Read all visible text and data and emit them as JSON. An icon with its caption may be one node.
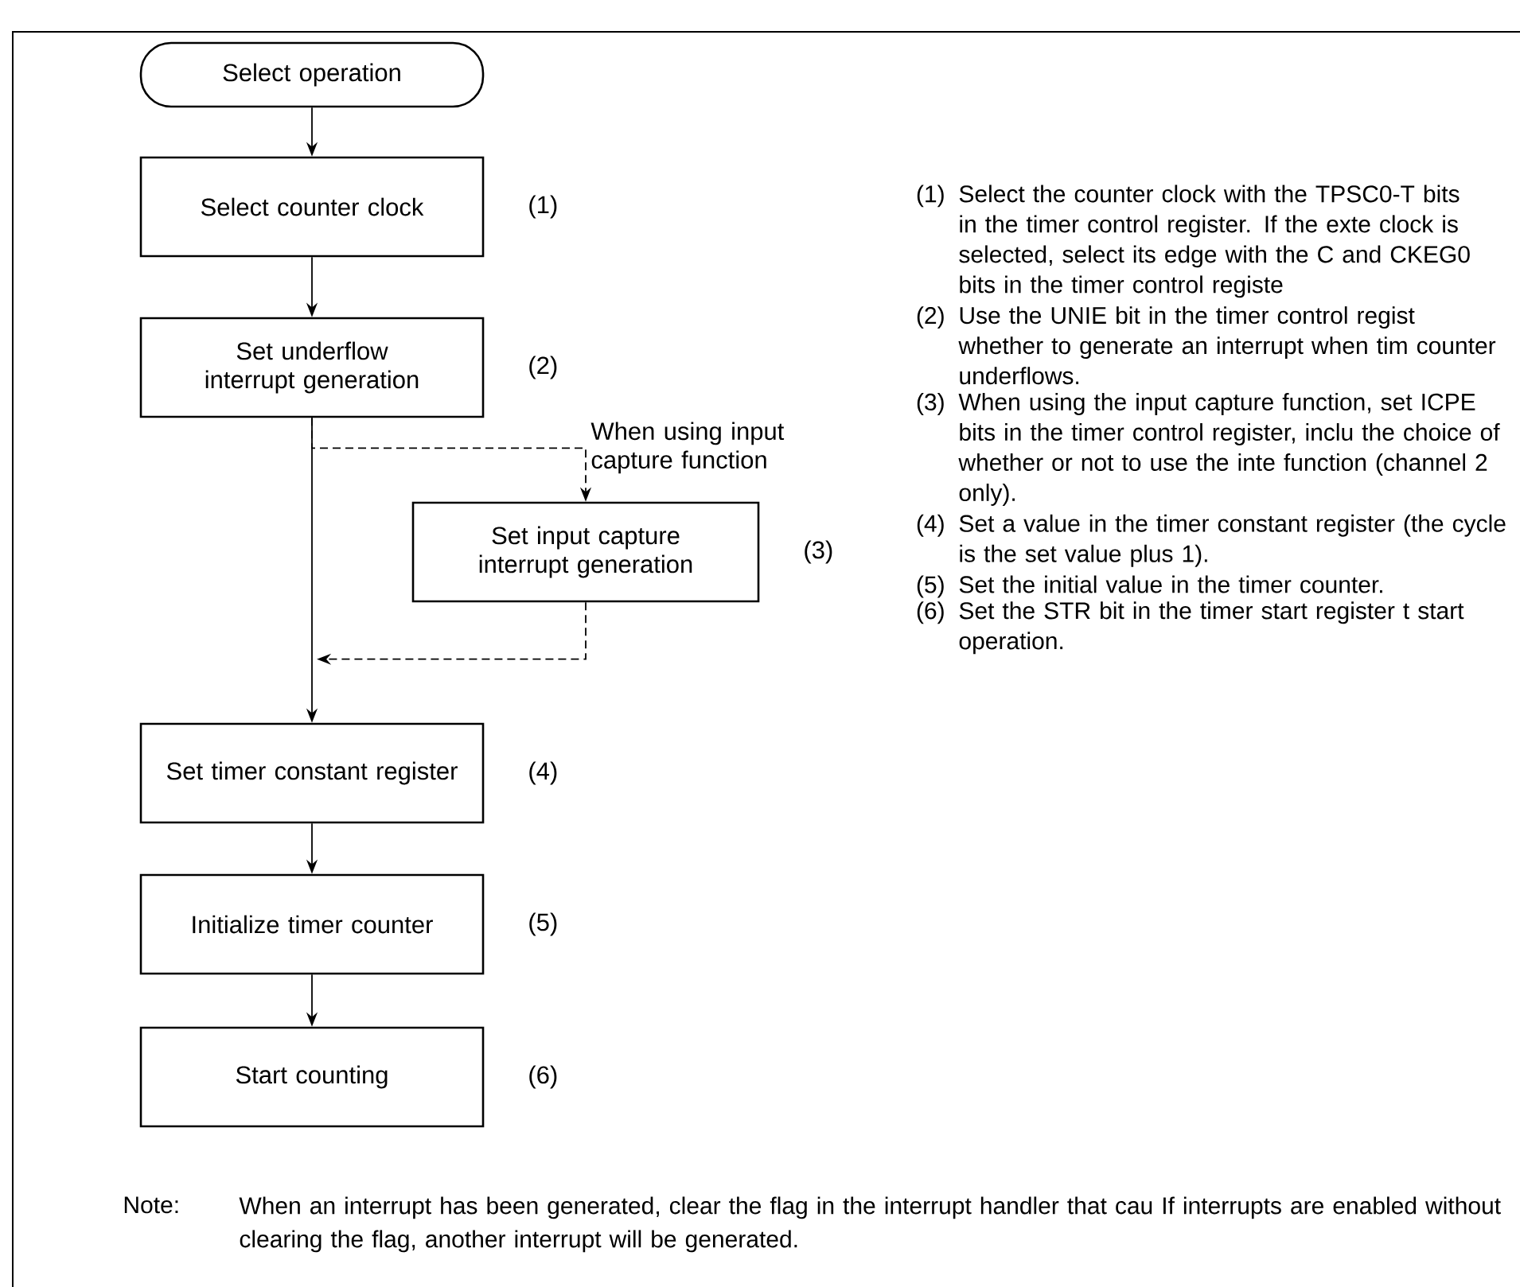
{
  "diagram": {
    "nodes": [
      {
        "text": [
          "Select operation"
        ]
      },
      {
        "text": [
          "Select counter clock"
        ],
        "beside": [
          "(1)"
        ]
      },
      {
        "text": [
          "Set underflow interrupt generation"
        ],
        "beside": [
          "(2)"
        ]
      },
      {
        "text": [
          "Set input capture interrupt generation"
        ],
        "beside": [
          "(3)"
        ]
      },
      {
        "text": [
          "Set timer constant register"
        ],
        "beside": [
          "(4)"
        ]
      },
      {
        "text": [
          "Initialize timer counter"
        ],
        "beside": [
          "(5)"
        ]
      },
      {
        "text": [
          "Start counting"
        ],
        "beside": [
          "(6)"
        ]
      }
    ],
    "edges": [
      {
        "from": 0,
        "to": 1,
        "arrow": "to"
      },
      {
        "from": 1,
        "to": 2,
        "arrow": "to"
      },
      {
        "from": 2,
        "to": 4,
        "arrow": "to"
      },
      {
        "from": 2,
        "to": 3,
        "arrow": "to",
        "style": "dashed",
        "label": "When using input capture function"
      },
      {
        "from": 3,
        "to": 4,
        "arrow": "to",
        "style": "dashed"
      },
      {
        "from": 4,
        "to": 5,
        "arrow": "to"
      },
      {
        "from": 5,
        "to": 6,
        "arrow": "to"
      }
    ],
    "labels": [
      "(1)",
      "Select the counter clock with the TPSC0-T bits in the timer control register. If the exte clock is selected, select its edge with the C and CKEG0 bits in the timer control registe",
      "(2)",
      "Use the UNIE bit in the timer control regist whether to generate an interrupt when tim counter underflows.",
      "(3)",
      "When using the input capture function, set ICPE bits in the timer control register, inclu the choice of whether or not to use the inte function (channel 2 only).",
      "(4)",
      "Set a value in the timer constant register (the cycle is the set value plus 1).",
      "(5)",
      "Set the initial value in the timer counter.",
      "(6)",
      "Set the STR bit in the timer start register t start operation.",
      "Note:",
      "When an interrupt has been generated, clear the flag in the interrupt handler that cau If interrupts are enabled without clearing the flag, another interrupt will be generated."
    ]
  }
}
